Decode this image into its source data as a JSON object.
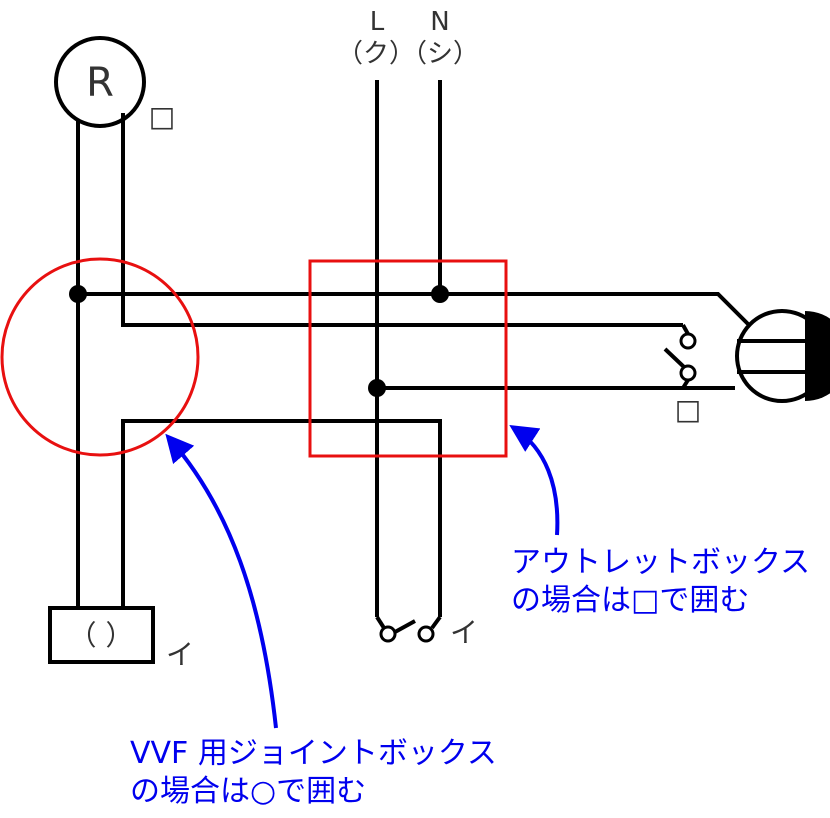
{
  "terminals": {
    "L": "L",
    "L_sub": "（ク）",
    "N": "N",
    "N_sub": "（シ）"
  },
  "devices": {
    "lamp_R_label": "R",
    "lamp_R_switch_ref": "□",
    "left_switch_text": "（ ）",
    "left_switch_ref": "イ",
    "bottom_switch_ref": "イ",
    "right_switch_ref": "□"
  },
  "annotations": {
    "outlet_box_line1": "アウトレットボックス",
    "outlet_box_line2": "の場合は□で囲む",
    "joint_box_line1": "VVF 用ジョイントボックス",
    "joint_box_line2": "の場合は○で囲む"
  },
  "colors": {
    "wire": "#000000",
    "highlight": "#e81010",
    "annotation": "#0000ee"
  }
}
